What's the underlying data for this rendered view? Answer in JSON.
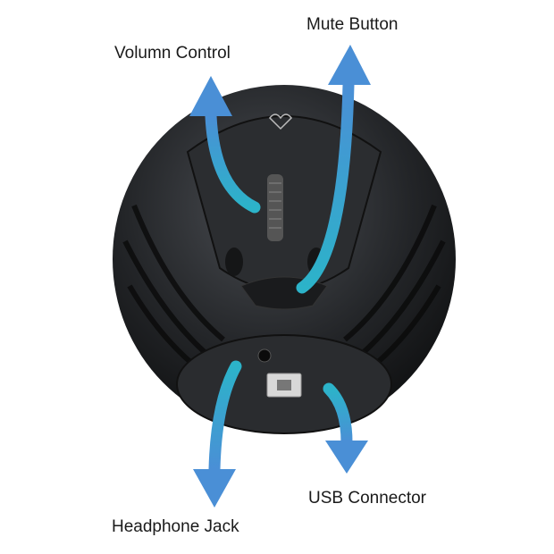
{
  "labels": {
    "volume": "Volumn Control",
    "mute": "Mute Button",
    "usb": "USB Connector",
    "headphone": "Headphone Jack"
  },
  "colors": {
    "arrow_top": "#4a8fd6",
    "arrow_bottom": "#2cb3c9",
    "body": "#1e2022"
  }
}
